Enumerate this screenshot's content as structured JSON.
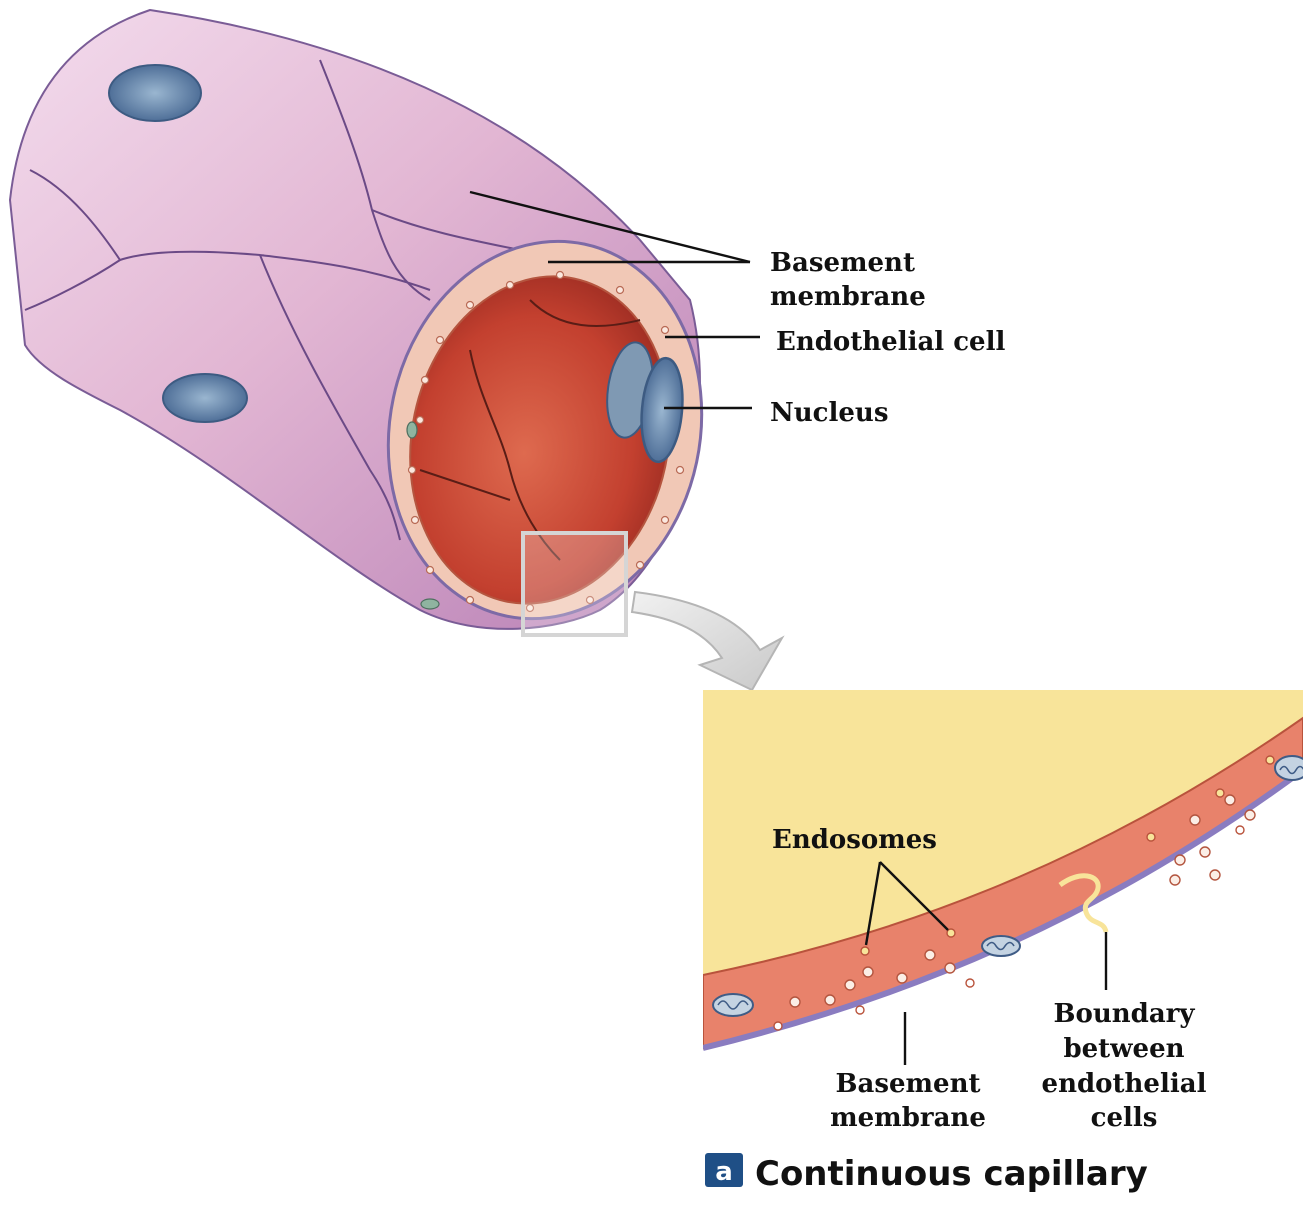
{
  "labels": {
    "basement_membrane_top": [
      "Basement",
      "membrane"
    ],
    "endothelial_cell": "Endothelial cell",
    "nucleus": "Nucleus",
    "endosomes": "Endosomes",
    "basement_membrane_bottom": [
      "Basement",
      "membrane"
    ],
    "boundary": [
      "Boundary",
      "between",
      "endothelial",
      "cells"
    ]
  },
  "caption": {
    "badge": "a",
    "title": "Continuous capillary"
  },
  "colors": {
    "outer_wall": "#e6bfd8",
    "wall_shade": "#c58fbd",
    "lumen": "#c8473a",
    "cell_layer": "#f3c8b2",
    "nucleus": "#6f8fb4",
    "lumen_yellow": "#f8e49a",
    "cell_band": "#e8826b",
    "membrane": "#8a7cc0",
    "badge": "#1f4f86"
  }
}
